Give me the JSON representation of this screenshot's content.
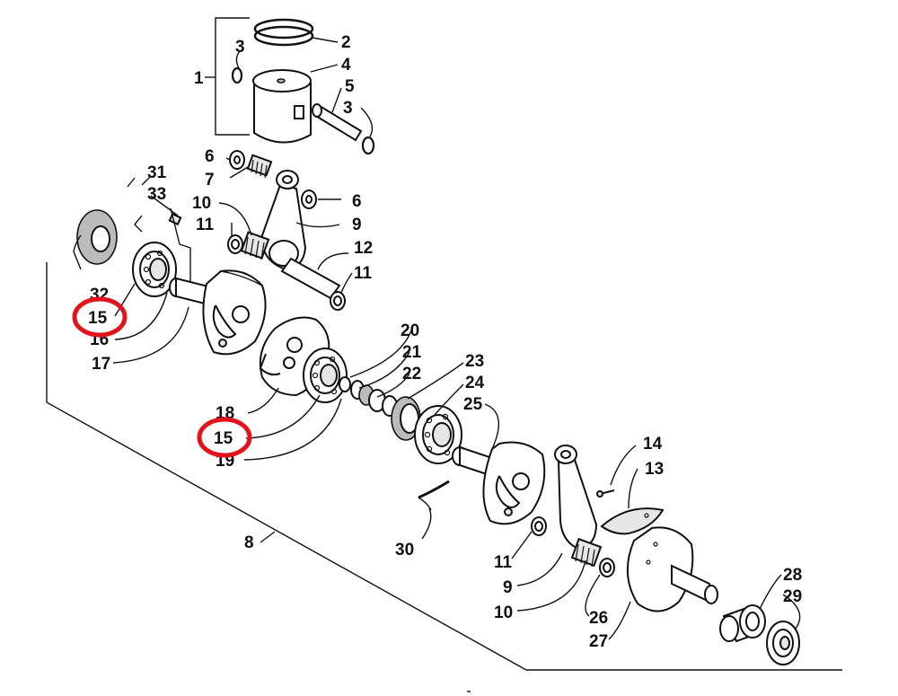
{
  "diagram": {
    "callouts": {
      "c1": "1",
      "c2": "2",
      "c3a": "3",
      "c4": "4",
      "c5": "5",
      "c3b": "3",
      "c6a": "6",
      "c7": "7",
      "c31": "31",
      "c33": "33",
      "c6b": "6",
      "c10a": "10",
      "c9a": "9",
      "c11a": "11",
      "c12": "12",
      "c11b": "11",
      "c32": "32",
      "c15a": "15",
      "c16": "16",
      "c17": "17",
      "c20": "20",
      "c21": "21",
      "c22": "22",
      "c23": "23",
      "c24": "24",
      "c25": "25",
      "c18": "18",
      "c15b": "15",
      "c19": "19",
      "c14": "14",
      "c13": "13",
      "c8": "8",
      "c30": "30",
      "c11c": "11",
      "c9b": "9",
      "c10b": "10",
      "c26": "26",
      "c27": "27",
      "c28": "28",
      "c29": "29"
    },
    "highlight_color": "#e3121b",
    "highlighted_callouts": [
      "15",
      "15"
    ]
  }
}
